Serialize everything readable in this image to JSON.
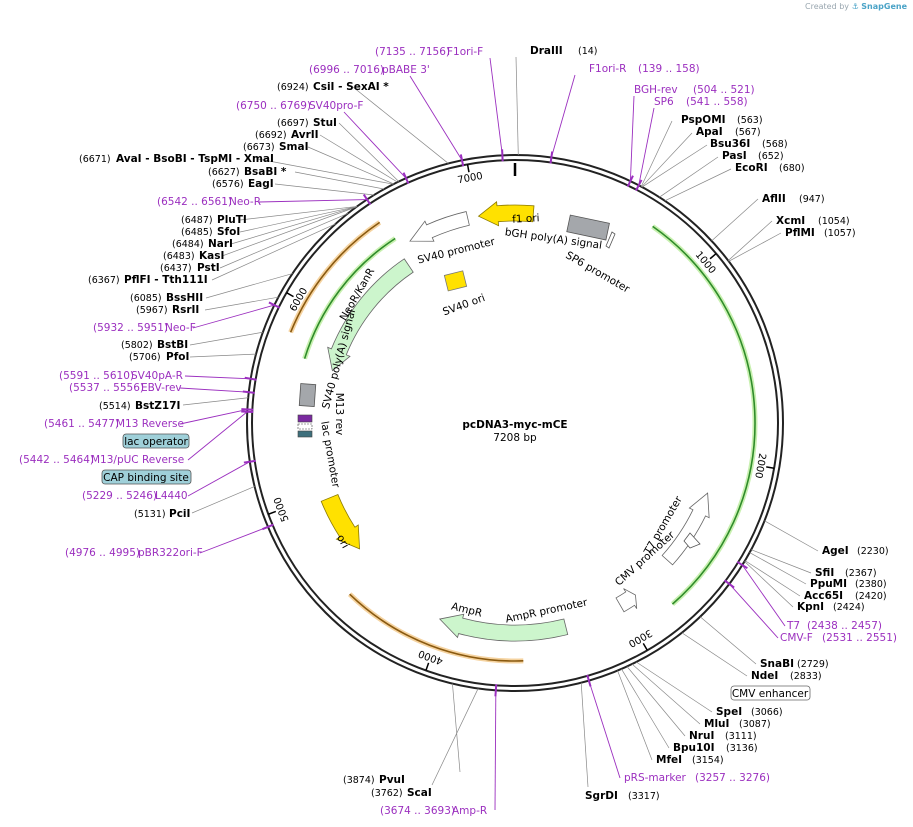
{
  "credit": {
    "prefix": "Created by",
    "brand": "SnapGene"
  },
  "plasmid": {
    "name": "pcDNA3-myc-mCE",
    "length": "7208 bp"
  },
  "ticks": [
    "1000",
    "2000",
    "3000",
    "4000",
    "5000",
    "6000",
    "7000"
  ],
  "enzymes": [
    {
      "name": "DraIII",
      "pos": "(14)"
    },
    {
      "name": "PspOMI",
      "pos": "(563)"
    },
    {
      "name": "ApaI",
      "pos": "(567)"
    },
    {
      "name": "Bsu36I",
      "pos": "(568)"
    },
    {
      "name": "PasI",
      "pos": "(652)"
    },
    {
      "name": "EcoRI",
      "pos": "(680)"
    },
    {
      "name": "AflII",
      "pos": "(947)"
    },
    {
      "name": "XcmI",
      "pos": "(1054)"
    },
    {
      "name": "PflMI",
      "pos": "(1057)"
    },
    {
      "name": "AgeI",
      "pos": "(2230)"
    },
    {
      "name": "SfiI",
      "pos": "(2367)"
    },
    {
      "name": "PpuMI",
      "pos": "(2380)"
    },
    {
      "name": "Acc65I",
      "pos": "(2420)"
    },
    {
      "name": "KpnI",
      "pos": "(2424)"
    },
    {
      "name": "SnaBI",
      "pos": "(2729)"
    },
    {
      "name": "NdeI",
      "pos": "(2833)"
    },
    {
      "name": "SpeI",
      "pos": "(3066)"
    },
    {
      "name": "MluI",
      "pos": "(3087)"
    },
    {
      "name": "NruI",
      "pos": "(3111)"
    },
    {
      "name": "Bpu10I",
      "pos": "(3136)"
    },
    {
      "name": "MfeI",
      "pos": "(3154)"
    },
    {
      "name": "SgrDI",
      "pos": "(3317)"
    },
    {
      "name": "ScaI",
      "pos": "(3762)"
    },
    {
      "name": "PvuI",
      "pos": "(3874)"
    },
    {
      "name": "PciI",
      "pos": "(5131)"
    },
    {
      "name": "BstZ17I",
      "pos": "(5514)"
    },
    {
      "name": "PfoI",
      "pos": "(5706)"
    },
    {
      "name": "BstBI",
      "pos": "(5802)"
    },
    {
      "name": "RsrII",
      "pos": "(5967)"
    },
    {
      "name": "BssHII",
      "pos": "(6085)"
    },
    {
      "name": "PflFI  - Tth111I",
      "pos": "(6367)"
    },
    {
      "name": "PstI",
      "pos": "(6437)"
    },
    {
      "name": "KasI",
      "pos": "(6483)"
    },
    {
      "name": "NarI",
      "pos": "(6484)"
    },
    {
      "name": "SfoI",
      "pos": "(6485)"
    },
    {
      "name": "PluTI",
      "pos": "(6487)"
    },
    {
      "name": "EagI",
      "pos": "(6576)"
    },
    {
      "name": "BsaBI  *",
      "pos": "(6627)"
    },
    {
      "name": "AvaI   - BsoBI   - TspMI  - XmaI",
      "pos": "(6671)"
    },
    {
      "name": "SmaI",
      "pos": "(6673)"
    },
    {
      "name": "AvrII",
      "pos": "(6692)"
    },
    {
      "name": "StuI",
      "pos": "(6697)"
    },
    {
      "name": "CsiI   - SexAI  *",
      "pos": "(6924)"
    }
  ],
  "primers": [
    {
      "name": "F1ori-F",
      "range": "(7135 .. 7156)"
    },
    {
      "name": "pBABE 3'",
      "range": "(6996 .. 7016)"
    },
    {
      "name": "SV40pro-F",
      "range": "(6750 .. 6769)"
    },
    {
      "name": "F1ori-R",
      "range": "(139 .. 158)"
    },
    {
      "name": "BGH-rev",
      "range": "(504 .. 521)"
    },
    {
      "name": "SP6",
      "range": "(541 .. 558)"
    },
    {
      "name": "Neo-R",
      "range": "(6542 .. 6561)"
    },
    {
      "name": "Neo-F",
      "range": "(5932 .. 5951)"
    },
    {
      "name": "SV40pA-R",
      "range": "(5591 .. 5610)"
    },
    {
      "name": "EBV-rev",
      "range": "(5537 .. 5556)"
    },
    {
      "name": "M13 Reverse",
      "range": "(5461 .. 5477)"
    },
    {
      "name": "M13/pUC Reverse",
      "range": "(5442 .. 5464)"
    },
    {
      "name": "L4440",
      "range": "(5229 .. 5246)"
    },
    {
      "name": "pBR322ori-F",
      "range": "(4976 .. 4995)"
    },
    {
      "name": "T7",
      "range": "(2438 .. 2457)"
    },
    {
      "name": "CMV-F",
      "range": "(2531 .. 2551)"
    },
    {
      "name": "pRS-marker",
      "range": "(3257 .. 3276)"
    },
    {
      "name": "Amp-R",
      "range": "(3674 .. 3693)"
    }
  ],
  "features": {
    "lac_operator": "lac operator",
    "cap_site": "CAP binding site",
    "cmv_enhancer": "CMV enhancer",
    "f1_ori": "f1 ori",
    "bgh": "bGH poly(A) signal",
    "sp6": "SP6 promoter",
    "sv40_promoter": "SV40 promoter",
    "sv40_ori": "SV40 ori",
    "neor": "NeoR/KanR",
    "sv40_polya": "SV40 poly(A) signal",
    "m13_rev": "M13 rev",
    "lac_promoter": "lac promoter",
    "ori": "ori",
    "ampr": "AmpR",
    "ampr_promoter": "AmpR promoter",
    "cmv_promoter": "CMV promoter",
    "t7_promoter": "T7 promoter"
  }
}
